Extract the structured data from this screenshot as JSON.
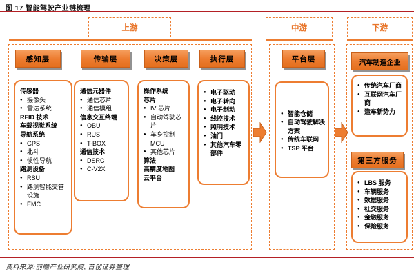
{
  "title": "图 17 智能驾驶产业链梳理",
  "source": "资料来源:前瞻产业研究院, 首创证券整理",
  "bullet_char": "●",
  "colors": {
    "accent_orange": "#ED7D31",
    "header_border_orange": "#C9601A",
    "rule_red": "#B42025",
    "text_black": "#000000"
  },
  "stages": [
    {
      "label": "上游",
      "columns": [
        {
          "header": "感知层",
          "items": [
            {
              "t": "cat",
              "text": "传感器"
            },
            {
              "t": "li",
              "text": "摄像头"
            },
            {
              "t": "li",
              "text": "雷达系统"
            },
            {
              "t": "cat",
              "text": "RFID 技术"
            },
            {
              "t": "cat",
              "text": "车载视觉系统"
            },
            {
              "t": "cat",
              "text": "导航系统"
            },
            {
              "t": "li",
              "text": "GPS"
            },
            {
              "t": "li",
              "text": "北斗"
            },
            {
              "t": "li",
              "text": "惯性导航"
            },
            {
              "t": "cat",
              "text": "路测设备"
            },
            {
              "t": "li",
              "text": "RSU"
            },
            {
              "t": "li",
              "text": "路测智能交管设施"
            },
            {
              "t": "li",
              "text": "EMC"
            }
          ]
        },
        {
          "header": "传输层",
          "items": [
            {
              "t": "cat",
              "text": "通信元器件"
            },
            {
              "t": "li",
              "text": "通信芯片"
            },
            {
              "t": "li",
              "text": "通信模组"
            },
            {
              "t": "cat",
              "text": "信息交互终端"
            },
            {
              "t": "li",
              "text": "OBU"
            },
            {
              "t": "li",
              "text": "RUS"
            },
            {
              "t": "li",
              "text": "T-BOX"
            },
            {
              "t": "cat",
              "text": "通信技术"
            },
            {
              "t": "li",
              "text": "DSRC"
            },
            {
              "t": "li",
              "text": "C-V2X"
            }
          ]
        },
        {
          "header": "决策层",
          "items": [
            {
              "t": "cat",
              "text": "操作系统"
            },
            {
              "t": "cat",
              "text": "芯片"
            },
            {
              "t": "li",
              "text": "IV 芯片"
            },
            {
              "t": "li",
              "text": "自动驾驶芯片"
            },
            {
              "t": "li",
              "text": "车身控制 MCU"
            },
            {
              "t": "li",
              "text": "其他芯片"
            },
            {
              "t": "cat",
              "text": "算法"
            },
            {
              "t": "cat",
              "text": "高精度地图"
            },
            {
              "t": "cat",
              "text": "云平台"
            }
          ]
        },
        {
          "header": "执行层",
          "items": [
            {
              "t": "lib",
              "text": "电子驱动"
            },
            {
              "t": "lib",
              "text": "电子转向"
            },
            {
              "t": "lib",
              "text": "电子制动"
            },
            {
              "t": "lib",
              "text": "线控技术"
            },
            {
              "t": "lib",
              "text": "照明技术"
            },
            {
              "t": "lib",
              "text": "油门"
            },
            {
              "t": "lib",
              "text": "其他汽车零部件"
            }
          ]
        }
      ]
    },
    {
      "label": "中游",
      "columns": [
        {
          "header": "平台层",
          "items": [
            {
              "t": "lib",
              "text": "智能仓储"
            },
            {
              "t": "lib",
              "text": "自动驾驶解决方案"
            },
            {
              "t": "lib",
              "text": "传统车联网"
            },
            {
              "t": "lib",
              "text": "TSP 平台"
            }
          ]
        }
      ]
    },
    {
      "label": "下游",
      "columns": [
        {
          "header": "汽车制造企业",
          "items": [
            {
              "t": "lib",
              "text": "传统汽车厂商"
            },
            {
              "t": "lib",
              "text": "互联网汽车厂商"
            },
            {
              "t": "lib",
              "text": "造车新势力"
            }
          ]
        },
        {
          "header": "第三方服务",
          "items": [
            {
              "t": "lib",
              "text": "LBS 服务"
            },
            {
              "t": "lib",
              "text": "车辆服务"
            },
            {
              "t": "lib",
              "text": "数据服务"
            },
            {
              "t": "lib",
              "text": "社交服务"
            },
            {
              "t": "lib",
              "text": "金融服务"
            },
            {
              "t": "lib",
              "text": "保险服务"
            }
          ]
        }
      ]
    }
  ]
}
